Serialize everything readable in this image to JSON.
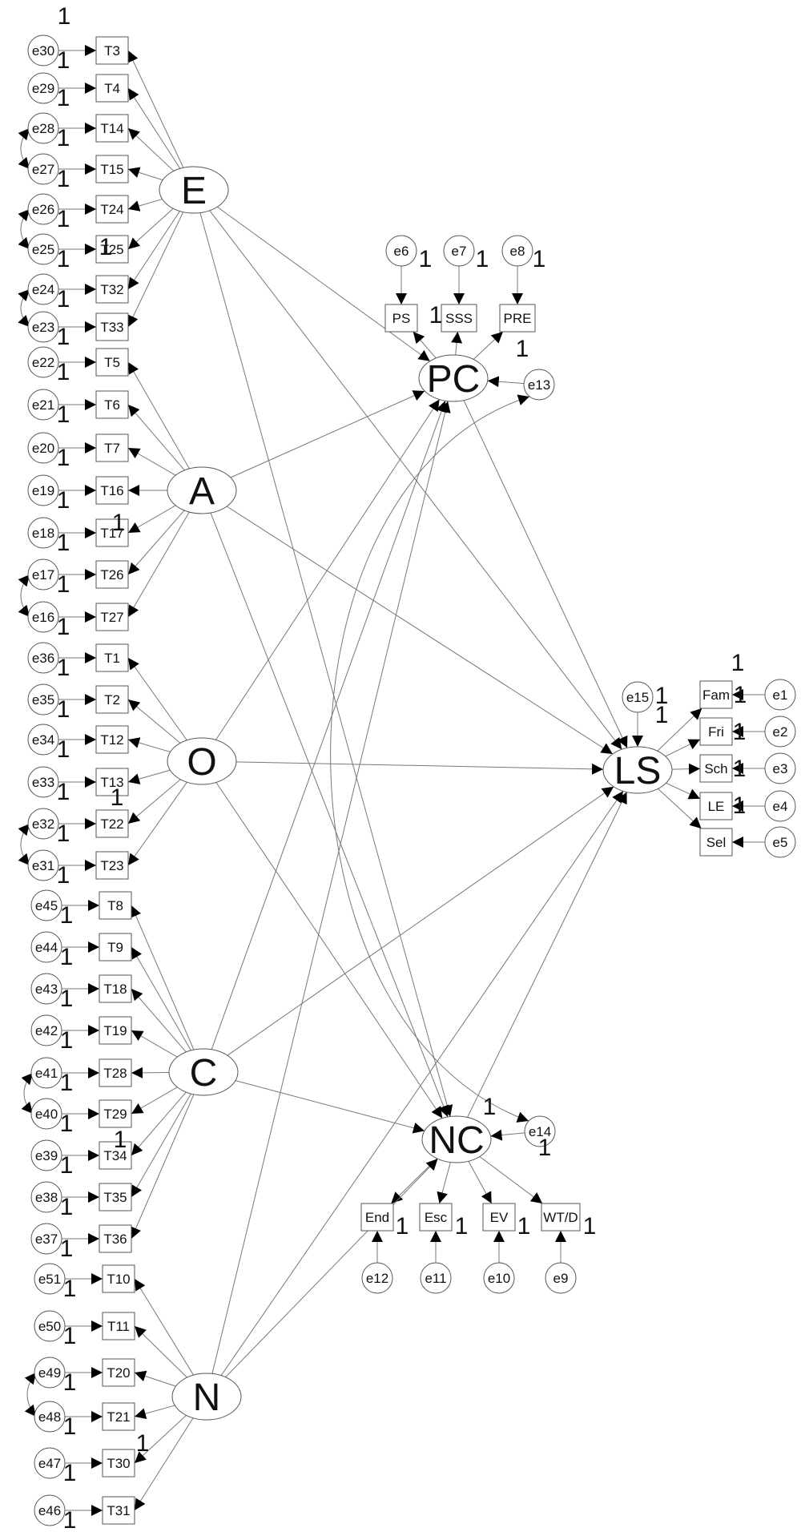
{
  "latent_factors": [
    {
      "id": "E",
      "label": "E"
    },
    {
      "id": "A",
      "label": "A"
    },
    {
      "id": "O",
      "label": "O"
    },
    {
      "id": "C",
      "label": "C"
    },
    {
      "id": "N",
      "label": "N"
    },
    {
      "id": "PC",
      "label": "PC"
    },
    {
      "id": "NC",
      "label": "NC"
    },
    {
      "id": "LS",
      "label": "LS"
    }
  ],
  "trait_items": [
    {
      "factor": "E",
      "item": "T3",
      "error": "e30"
    },
    {
      "factor": "E",
      "item": "T4",
      "error": "e29"
    },
    {
      "factor": "E",
      "item": "T14",
      "error": "e28"
    },
    {
      "factor": "E",
      "item": "T15",
      "error": "e27"
    },
    {
      "factor": "E",
      "item": "T24",
      "error": "e26"
    },
    {
      "factor": "E",
      "item": "T25",
      "error": "e25"
    },
    {
      "factor": "E",
      "item": "T32",
      "error": "e24"
    },
    {
      "factor": "E",
      "item": "T33",
      "error": "e23"
    },
    {
      "factor": "A",
      "item": "T5",
      "error": "e22"
    },
    {
      "factor": "A",
      "item": "T6",
      "error": "e21"
    },
    {
      "factor": "A",
      "item": "T7",
      "error": "e20"
    },
    {
      "factor": "A",
      "item": "T16",
      "error": "e19"
    },
    {
      "factor": "A",
      "item": "T17",
      "error": "e18"
    },
    {
      "factor": "A",
      "item": "T26",
      "error": "e17"
    },
    {
      "factor": "A",
      "item": "T27",
      "error": "e16"
    },
    {
      "factor": "O",
      "item": "T1",
      "error": "e36"
    },
    {
      "factor": "O",
      "item": "T2",
      "error": "e35"
    },
    {
      "factor": "O",
      "item": "T12",
      "error": "e34"
    },
    {
      "factor": "O",
      "item": "T13",
      "error": "e33"
    },
    {
      "factor": "O",
      "item": "T22",
      "error": "e32"
    },
    {
      "factor": "O",
      "item": "T23",
      "error": "e31"
    },
    {
      "factor": "C",
      "item": "T8",
      "error": "e45"
    },
    {
      "factor": "C",
      "item": "T9",
      "error": "e44"
    },
    {
      "factor": "C",
      "item": "T18",
      "error": "e43"
    },
    {
      "factor": "C",
      "item": "T19",
      "error": "e42"
    },
    {
      "factor": "C",
      "item": "T28",
      "error": "e41"
    },
    {
      "factor": "C",
      "item": "T29",
      "error": "e40"
    },
    {
      "factor": "C",
      "item": "T34",
      "error": "e39"
    },
    {
      "factor": "C",
      "item": "T35",
      "error": "e38"
    },
    {
      "factor": "C",
      "item": "T36",
      "error": "e37"
    },
    {
      "factor": "N",
      "item": "T10",
      "error": "e51"
    },
    {
      "factor": "N",
      "item": "T11",
      "error": "e50"
    },
    {
      "factor": "N",
      "item": "T20",
      "error": "e49"
    },
    {
      "factor": "N",
      "item": "T21",
      "error": "e48"
    },
    {
      "factor": "N",
      "item": "T30",
      "error": "e47"
    },
    {
      "factor": "N",
      "item": "T31",
      "error": "e46"
    }
  ],
  "outcome_indicators": [
    {
      "factor": "PC",
      "item": "PS",
      "error": "e6"
    },
    {
      "factor": "PC",
      "item": "SSS",
      "error": "e7"
    },
    {
      "factor": "PC",
      "item": "PRE",
      "error": "e8"
    },
    {
      "factor": "LS",
      "item": "Fam",
      "error": "e1"
    },
    {
      "factor": "LS",
      "item": "Fri",
      "error": "e2"
    },
    {
      "factor": "LS",
      "item": "Sch",
      "error": "e3"
    },
    {
      "factor": "LS",
      "item": "LE",
      "error": "e4"
    },
    {
      "factor": "LS",
      "item": "Sel",
      "error": "e5"
    },
    {
      "factor": "NC",
      "item": "End",
      "error": "e12"
    },
    {
      "factor": "NC",
      "item": "Esc",
      "error": "e11"
    },
    {
      "factor": "NC",
      "item": "EV",
      "error": "e10"
    },
    {
      "factor": "NC",
      "item": "WT/D",
      "error": "e9"
    }
  ],
  "disturbances": [
    {
      "factor": "PC",
      "error": "e13"
    },
    {
      "factor": "NC",
      "error": "e14"
    },
    {
      "factor": "LS",
      "error": "e15"
    }
  ],
  "error_covariances": [
    [
      "e28",
      "e27"
    ],
    [
      "e26",
      "e25"
    ],
    [
      "e24",
      "e23"
    ],
    [
      "e17",
      "e16"
    ],
    [
      "e32",
      "e31"
    ],
    [
      "e41",
      "e40"
    ],
    [
      "e49",
      "e48"
    ]
  ],
  "disturbance_covariances": [
    [
      "e13",
      "e14"
    ]
  ],
  "structural_paths": [
    [
      "E",
      "PC"
    ],
    [
      "E",
      "NC"
    ],
    [
      "E",
      "LS"
    ],
    [
      "A",
      "PC"
    ],
    [
      "A",
      "NC"
    ],
    [
      "A",
      "LS"
    ],
    [
      "O",
      "PC"
    ],
    [
      "O",
      "NC"
    ],
    [
      "O",
      "LS"
    ],
    [
      "C",
      "PC"
    ],
    [
      "C",
      "NC"
    ],
    [
      "C",
      "LS"
    ],
    [
      "N",
      "PC"
    ],
    [
      "N",
      "NC"
    ],
    [
      "N",
      "LS"
    ],
    [
      "PC",
      "LS"
    ],
    [
      "NC",
      "LS"
    ]
  ],
  "fixed_parameter_label": "1"
}
